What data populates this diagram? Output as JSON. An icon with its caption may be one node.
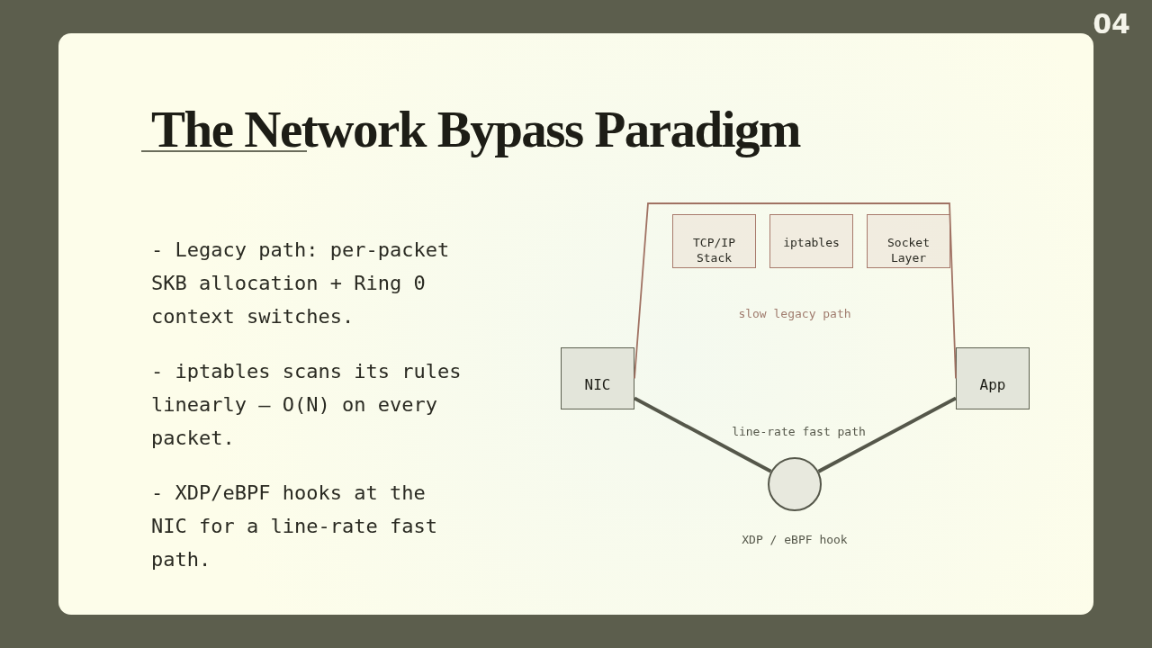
{
  "diagram": {
    "title": "The Network Bypass Paradigm",
    "nodes": [
      {
        "text": [
          "TCP/IP Stack"
        ]
      },
      {
        "text": [
          "iptables"
        ]
      },
      {
        "text": [
          "Socket Layer"
        ]
      },
      {
        "text": [
          "NIC"
        ]
      },
      {
        "text": [
          "App"
        ]
      },
      {
        "text": [],
        "shape": "circle",
        "beside": [
          "XDP / eBPF hook"
        ]
      }
    ],
    "edges": [
      {
        "from": 3,
        "to": 4,
        "arrow": "none",
        "color": "#a07263"
      },
      {
        "from": 3,
        "to": 5,
        "arrow": "none"
      },
      {
        "from": 5,
        "to": 4,
        "arrow": "none"
      }
    ],
    "labels": [
      "04",
      "- Legacy path: per-packet SKB allocation + Ring 0 context switches.",
      "- iptables scans its rules linearly — O(N) on every packet.",
      "- XDP/eBPF hooks at the NIC for a line-rate fast path.",
      "slow legacy path",
      "line-rate fast path"
    ]
  }
}
